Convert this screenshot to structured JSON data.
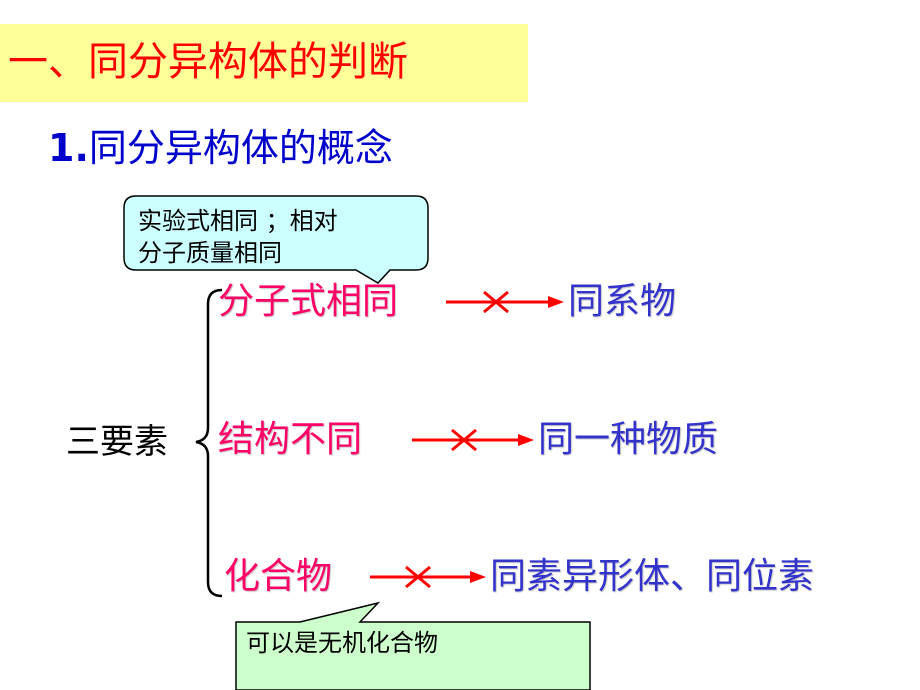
{
  "title": "一、同分异构体的判断",
  "subtitle": {
    "number": "1.",
    "text": "同分异构体的概念"
  },
  "callout_top": {
    "line1": "实验式相同 ；相对",
    "line2": "分子质量相同"
  },
  "callout_bottom": {
    "text": "可以是无机化合物"
  },
  "three_elements_label": "三要素",
  "rows": [
    {
      "condition": "分子式相同",
      "excludes": "同系物"
    },
    {
      "condition": "结构不同",
      "excludes": "同一种物质"
    },
    {
      "condition": "化合物",
      "excludes": "同素异形体、同位素"
    }
  ],
  "colors": {
    "title": "#ff0000",
    "title_bg": "#ffff99",
    "subtitle": "#0000cc",
    "condition": "#ff0066",
    "result": "#3333cc",
    "arrow": "#ff0000",
    "callout_bg": "#ccffff",
    "callout_bottom_bg": "#ccffcc"
  }
}
